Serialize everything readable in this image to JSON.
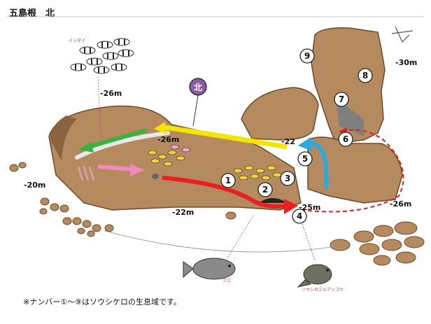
{
  "title": "五島根　北",
  "compass_label": "北",
  "depths": {
    "d30": "-30m",
    "d26_top": "-26m",
    "d26_mid": "-26m",
    "d22_right": "-22",
    "d20": "-20m",
    "d22_bottom": "-22m",
    "d25": "-25m",
    "d26_right": "-26m"
  },
  "creatures": {
    "ishidai": "イシダイ",
    "kue": "クエ",
    "ankou": "ソウシカエルアンコウ"
  },
  "markers": [
    "1",
    "2",
    "3",
    "4",
    "5",
    "6",
    "7",
    "8",
    "9"
  ],
  "footnote": "※ナンバー①～⑨はソウシケロの生息域です。",
  "colors": {
    "rock": "#b58a5e",
    "rock_dark": "#8a6340",
    "arrow_yellow": "#f5e400",
    "arrow_green": "#3cb043",
    "arrow_pink": "#f08ab8",
    "arrow_red": "#e82020",
    "arrow_blue": "#2aa8e0",
    "marker_purple": "#8e5aa8"
  }
}
